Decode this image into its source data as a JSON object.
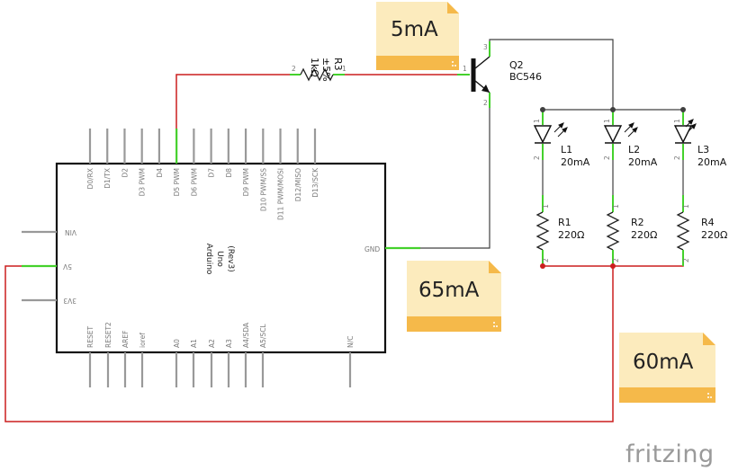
{
  "notes": {
    "transistor_current": "5mA",
    "gnd_current": "65mA",
    "supply_current": "60mA"
  },
  "resistor_r3": {
    "name": "R3",
    "tolerance": "±5%",
    "value": "1kΩ",
    "pin1": "1",
    "pin2": "2"
  },
  "transistor": {
    "name": "Q2",
    "model": "BC546",
    "pin_c": "3",
    "pin_b": "1",
    "pin_e": "2"
  },
  "leds": [
    {
      "name": "L1",
      "current": "20mA"
    },
    {
      "name": "L2",
      "current": "20mA"
    },
    {
      "name": "L3",
      "current": "20mA"
    }
  ],
  "resistors": [
    {
      "name": "R1",
      "value": "220Ω"
    },
    {
      "name": "R2",
      "value": "220Ω"
    },
    {
      "name": "R4",
      "value": "220Ω"
    }
  ],
  "pin_numbers": {
    "one": "1",
    "two": "2"
  },
  "arduino": {
    "line1": "Arduino",
    "line2": "Uno",
    "line3": "(Rev3)",
    "top_pins": [
      "D0/RX",
      "D1/TX",
      "D2",
      "D3 PWM",
      "D4",
      "D5 PWM",
      "D6 PWM",
      "D7",
      "D8",
      "D9 PWM",
      "D10 PWM/SS",
      "D11 PWM/MOSI",
      "D12/MISO",
      "D13/SCK"
    ],
    "left_pins": [
      "VIN",
      "5V",
      "3V3"
    ],
    "right_pins": [
      "GND"
    ],
    "bottom_pins": [
      "RESET",
      "RESET2",
      "AREF",
      "ioref",
      "A0",
      "A1",
      "A2",
      "A3",
      "A4/SDA",
      "A5/SCL",
      "N/C"
    ]
  },
  "brand": "fritzing",
  "colors": {
    "wire_red": "#cc1e1e",
    "wire_dark": "#404040",
    "pin_green": "#44d12c",
    "note_fill": "#fcebbd",
    "note_band": "#f5b94a"
  }
}
